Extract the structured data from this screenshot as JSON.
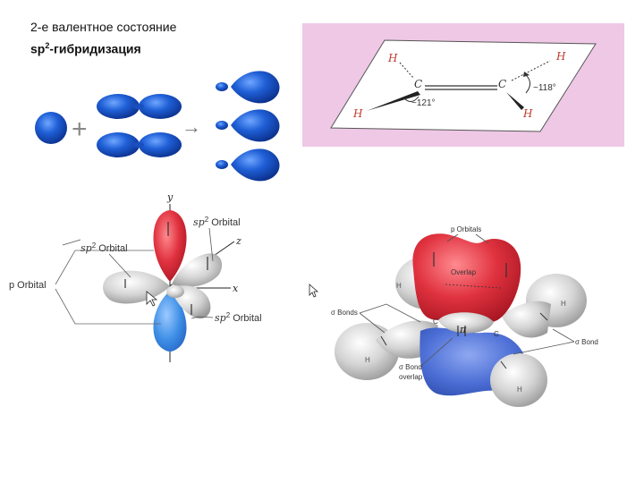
{
  "title": {
    "line1": "2-е валентное состояние",
    "line2_prefix": "sp",
    "line2_sup": "2",
    "line2_suffix": "-гибридизация"
  },
  "hybridization_scheme": {
    "plus_sign": "+",
    "arrow": "→"
  },
  "ethylene_plane": {
    "background": "#efc8e6",
    "atoms": [
      "H",
      "H",
      "C",
      "C",
      "H",
      "H"
    ],
    "angle_left": "~121°",
    "angle_right": "~118°"
  },
  "orbital_axes": {
    "y_axis": "y",
    "z_axis": "z",
    "x_axis": "x",
    "labels": {
      "sp2_top": {
        "prefix": "sp",
        "sup": "2",
        "suffix": " Orbital"
      },
      "sp2_left": {
        "prefix": "sp",
        "sup": "2",
        "suffix": " Orbital"
      },
      "p_orbital": "p Orbital",
      "sp2_bottom": {
        "prefix": "sp",
        "sup": "2",
        "suffix": " Orbital"
      }
    }
  },
  "ethylene_3d": {
    "p_orbitals": "p Orbitals",
    "overlap": "Overlap",
    "sigma_bonds": "σ Bonds",
    "sigma_bond": "σ Bond",
    "sigma_bond_overlap_1": "σ Bond",
    "sigma_bond_overlap_2": "overlap",
    "H": "H",
    "C": "C",
    "pi": "π"
  },
  "colors": {
    "blue_orbital": "#1f5fd6",
    "red_orbital": "#e0323f",
    "grey_orbital": "#d7d7d7"
  }
}
